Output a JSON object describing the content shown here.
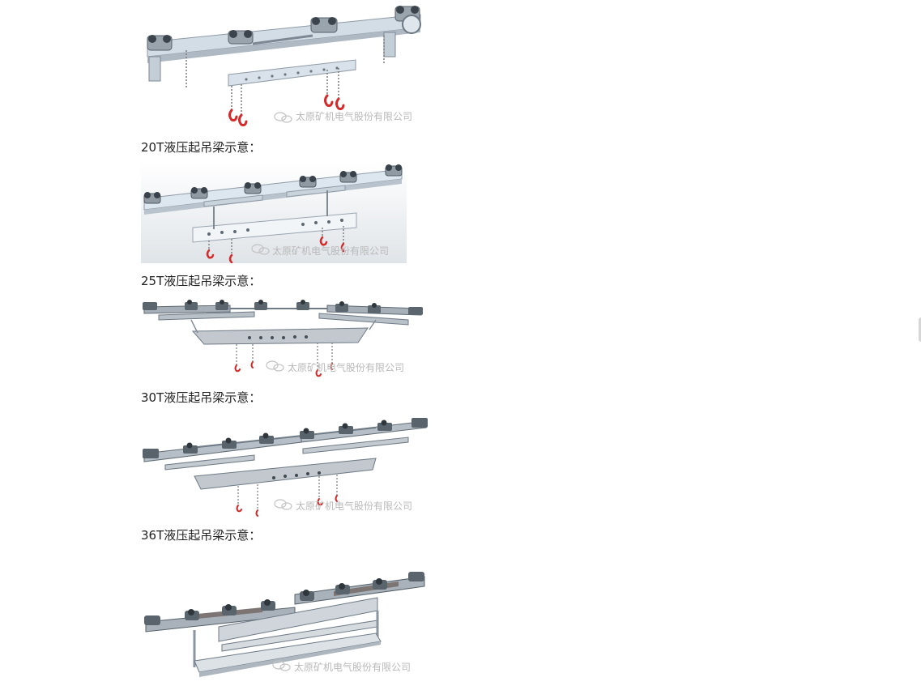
{
  "watermark": "太原矿机电气股份有限公司",
  "figures": [
    {
      "caption": "",
      "name": "beam-illustration-1"
    },
    {
      "caption": "20T液压起吊梁示意：",
      "name": "beam-illustration-20t"
    },
    {
      "caption": "25T液压起吊梁示意：",
      "name": "beam-illustration-25t"
    },
    {
      "caption": "30T液压起吊梁示意：",
      "name": "beam-illustration-30t"
    },
    {
      "caption": "36T液压起吊梁示意：",
      "name": "beam-illustration-36t"
    }
  ],
  "colors": {
    "beam": "#c9d3dc",
    "beam_dark": "#8e9aa6",
    "hook": "#d42a2a",
    "bg_shadow": "#e8ebee"
  }
}
